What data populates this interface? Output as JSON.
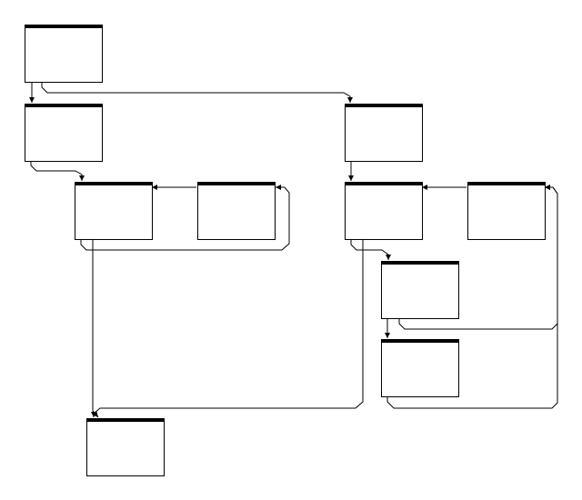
{
  "diagram": {
    "type": "flow-graph",
    "nodes": [
      {
        "id": "n1",
        "label": ""
      },
      {
        "id": "n2",
        "label": ""
      },
      {
        "id": "n3",
        "label": ""
      },
      {
        "id": "n4",
        "label": ""
      },
      {
        "id": "n5",
        "label": ""
      },
      {
        "id": "n6",
        "label": ""
      },
      {
        "id": "n7",
        "label": ""
      },
      {
        "id": "n8",
        "label": ""
      },
      {
        "id": "n9",
        "label": ""
      },
      {
        "id": "n10",
        "label": ""
      }
    ],
    "edges": [
      {
        "id": "e1",
        "from": "n1",
        "to": "n2"
      },
      {
        "id": "e2",
        "from": "n1",
        "to": "n6"
      },
      {
        "id": "e3",
        "from": "n2",
        "to": "n3"
      },
      {
        "id": "e4",
        "from": "n4",
        "to": "n3"
      },
      {
        "id": "e5",
        "from": "n3",
        "to": "n4"
      },
      {
        "id": "e6",
        "from": "n3",
        "to": "n5"
      },
      {
        "id": "e7",
        "from": "n6",
        "to": "n7"
      },
      {
        "id": "e8",
        "from": "n8",
        "to": "n7"
      },
      {
        "id": "e9",
        "from": "n7",
        "to": "n9"
      },
      {
        "id": "e10",
        "from": "n7",
        "to": "n5"
      },
      {
        "id": "e11",
        "from": "n9",
        "to": "n10"
      },
      {
        "id": "e12",
        "from": "n9",
        "to": "n8"
      },
      {
        "id": "e13",
        "from": "n10",
        "to": "n8"
      }
    ]
  }
}
